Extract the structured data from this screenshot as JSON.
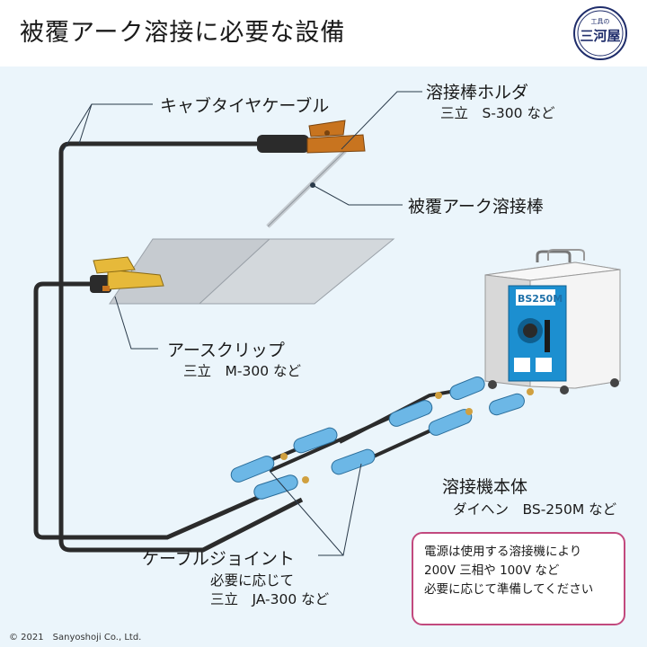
{
  "header": {
    "title": "被覆アーク溶接に必要な設備"
  },
  "logo": {
    "top_text": "工具の",
    "main_text": "三河屋",
    "color": "#1f2d6b"
  },
  "labels": {
    "cabtire_cable": "キャブタイヤケーブル",
    "holder_name": "溶接棒ホルダ",
    "holder_model": "三立　S-300 など",
    "rod_name": "被覆アーク溶接棒",
    "clip_name": "アースクリップ",
    "clip_model": "三立　M-300 など",
    "machine_name": "溶接機本体",
    "machine_model": "ダイヘン　BS-250M など",
    "joint_name": "ケーブルジョイント",
    "joint_sub": "必要に応じて",
    "joint_model": "三立　JA-300 など"
  },
  "machine": {
    "panel_text": "BS250M",
    "body_color": "#f4f4f4",
    "panel_color": "#1c8fd0"
  },
  "note": {
    "lines": [
      "電源は使用する溶接機により",
      "200V 三相や 100V など",
      "必要に応じて準備してください"
    ],
    "border_color": "#c2497e"
  },
  "footer": {
    "copyright": "© 2021　Sanyoshoji Co., Ltd."
  },
  "colors": {
    "background": "#ebf5fb",
    "cable": "#2b2b2b",
    "joint": "#6cb7e6",
    "holder": "#c8741f"
  }
}
